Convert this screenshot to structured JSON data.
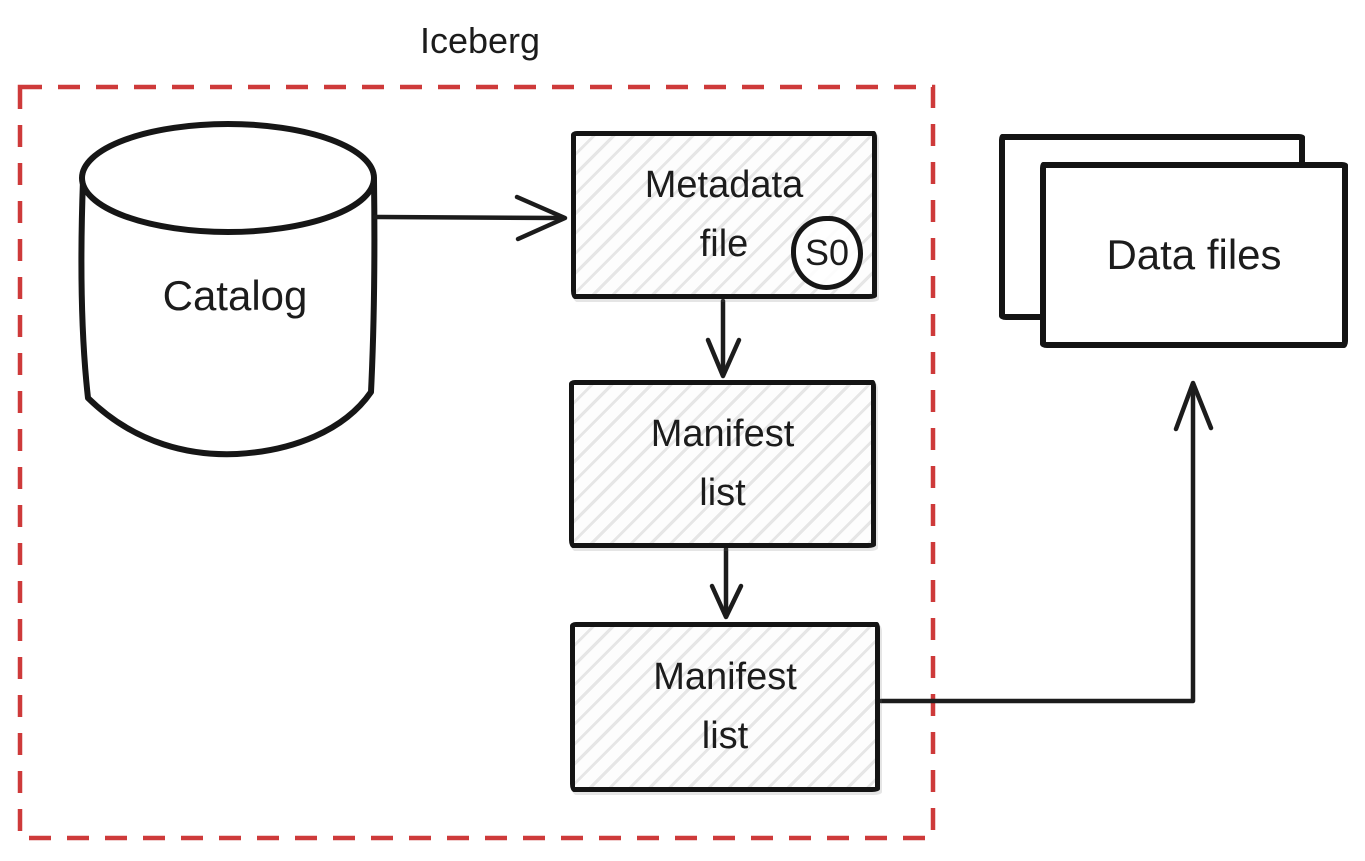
{
  "diagram": {
    "title": "Iceberg",
    "colors": {
      "boundary_red": "#ce3a3a",
      "ink": "#1c1c1c",
      "hatch_gray": "#e6e6e6",
      "background": "#ffffff"
    },
    "nodes": {
      "catalog": {
        "label": "Catalog",
        "shape": "cylinder"
      },
      "metadata_file": {
        "line1": "Metadata",
        "line2": "file",
        "badge": "S0",
        "shape": "hatched-box"
      },
      "manifest_list_1": {
        "line1": "Manifest",
        "line2": "list",
        "shape": "hatched-box"
      },
      "manifest_list_2": {
        "line1": "Manifest",
        "line2": "list",
        "shape": "hatched-box"
      },
      "data_files": {
        "label": "Data files",
        "shape": "stacked-cards"
      }
    },
    "edges": [
      {
        "from": "catalog",
        "to": "metadata_file",
        "style": "arrow"
      },
      {
        "from": "metadata_file",
        "to": "manifest_list_1",
        "style": "arrow"
      },
      {
        "from": "manifest_list_1",
        "to": "manifest_list_2",
        "style": "arrow"
      },
      {
        "from": "manifest_list_2",
        "to": "data_files",
        "style": "elbow-arrow"
      }
    ],
    "boundary": {
      "label": "Iceberg",
      "contains": [
        "catalog",
        "metadata_file",
        "manifest_list_1",
        "manifest_list_2"
      ],
      "excludes": [
        "data_files"
      ]
    }
  }
}
